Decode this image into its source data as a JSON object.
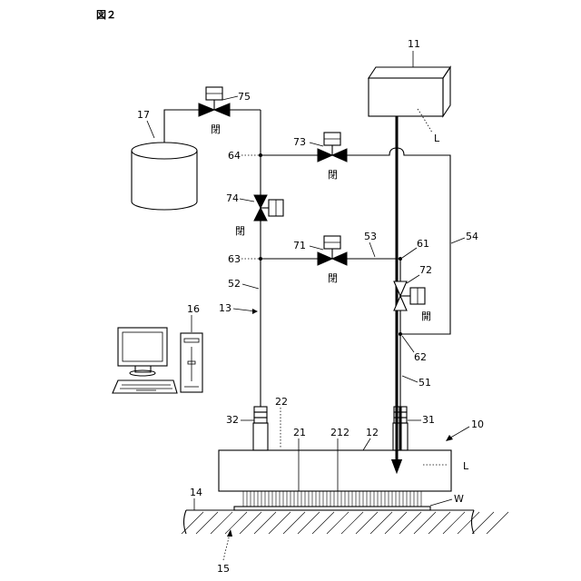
{
  "figure": {
    "title": "図２"
  },
  "labels": {
    "l11": "11",
    "l17": "17",
    "l75": "75",
    "l73": "73",
    "l64": "64",
    "l74": "74",
    "l71": "71",
    "l53": "53",
    "l61": "61",
    "l54": "54",
    "l63": "63",
    "l72": "72",
    "l52": "52",
    "l13": "13",
    "l16": "16",
    "l62": "62",
    "l51": "51",
    "l22": "22",
    "l32": "32",
    "l31": "31",
    "l10": "10",
    "l21": "21",
    "l212": "212",
    "l12": "12",
    "lL_top": "L",
    "lL_body": "L",
    "l14": "14",
    "lW": "W",
    "l15": "15"
  },
  "valve_states": {
    "v75": "閉",
    "v73": "閉",
    "v74": "閉",
    "v71": "閉",
    "v72": "開"
  }
}
